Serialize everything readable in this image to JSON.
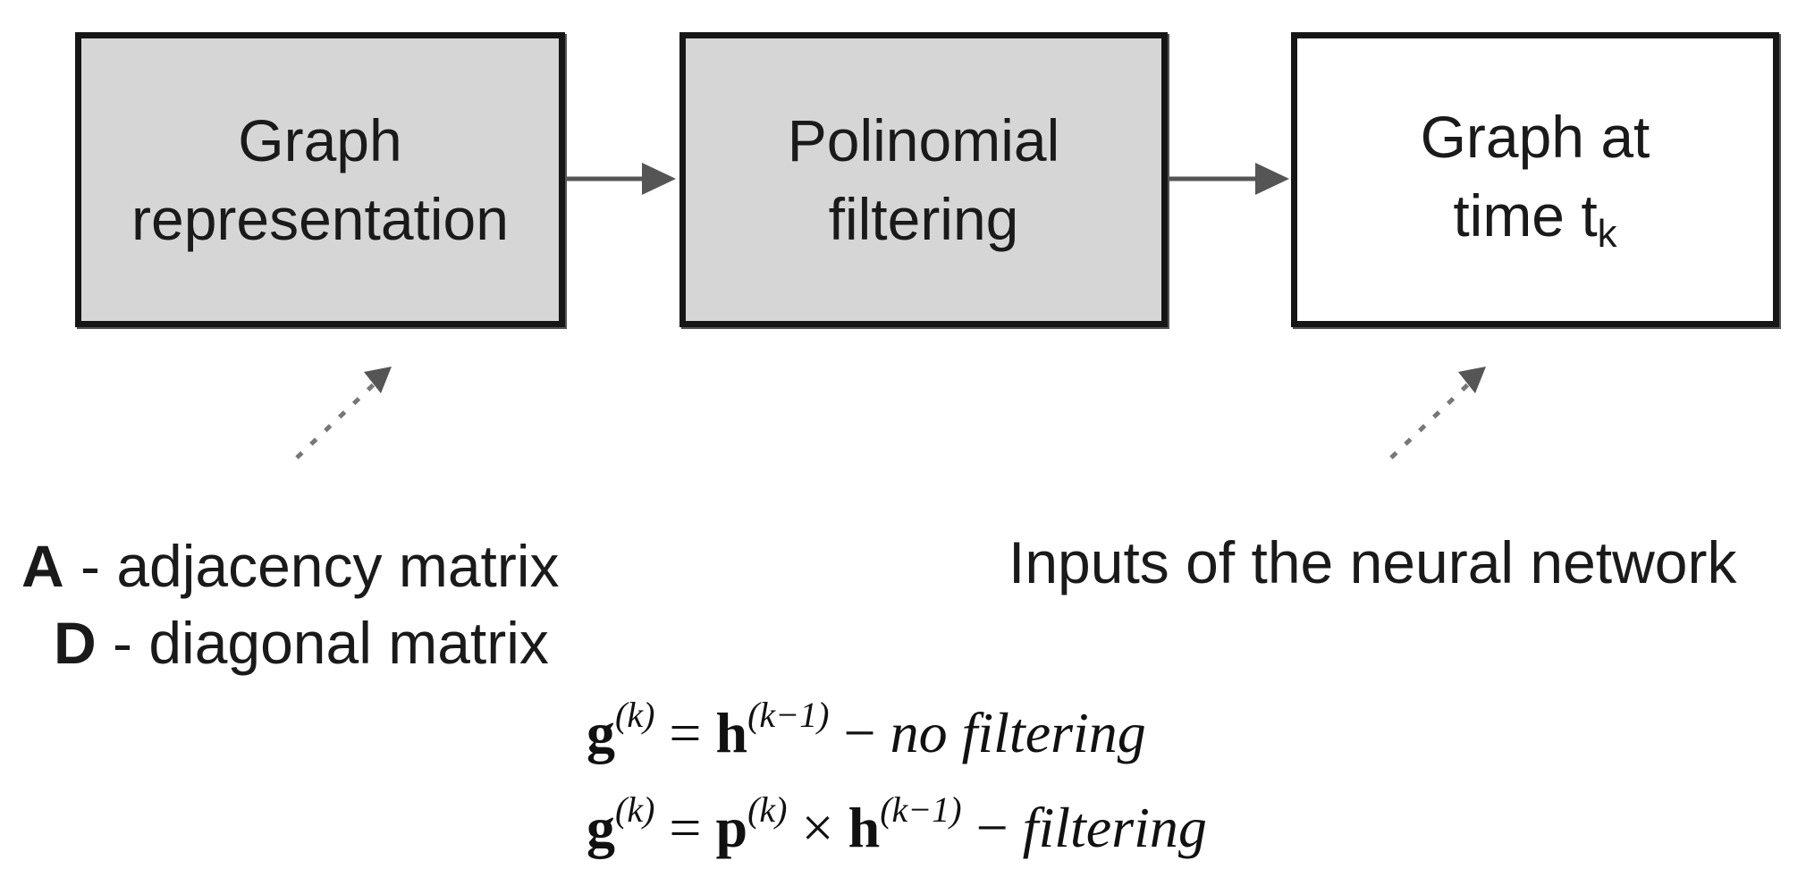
{
  "diagram": {
    "boxes": [
      {
        "line1": "Graph",
        "line2": "representation"
      },
      {
        "line1": "Polinomial",
        "line2": "filtering"
      },
      {
        "line1": "Graph at",
        "line2_main": "time t",
        "line2_sub": "k"
      }
    ],
    "legend_left": {
      "symbol_a": "A",
      "text_a": " - adjacency matrix",
      "symbol_d": "D",
      "text_d": " - diagonal matrix"
    },
    "legend_right": "Inputs of the neural network",
    "formula1": {
      "lhs_symbol": "g",
      "lhs_sup": "(k)",
      "eq": " = ",
      "rhs_symbol": "h",
      "rhs_sup": "(k−1)",
      "dash": " − ",
      "caption": "no filtering"
    },
    "formula2": {
      "lhs_symbol": "g",
      "lhs_sup": "(k)",
      "eq": " = ",
      "p_symbol": "p",
      "p_sup": "(k)",
      "times": " × ",
      "rhs_symbol": "h",
      "rhs_sup": "(k−1)",
      "dash": " − ",
      "caption": "filtering"
    }
  },
  "colors": {
    "box_gray": "#d6d6d6",
    "border": "#161616",
    "arrow": "#555555"
  }
}
